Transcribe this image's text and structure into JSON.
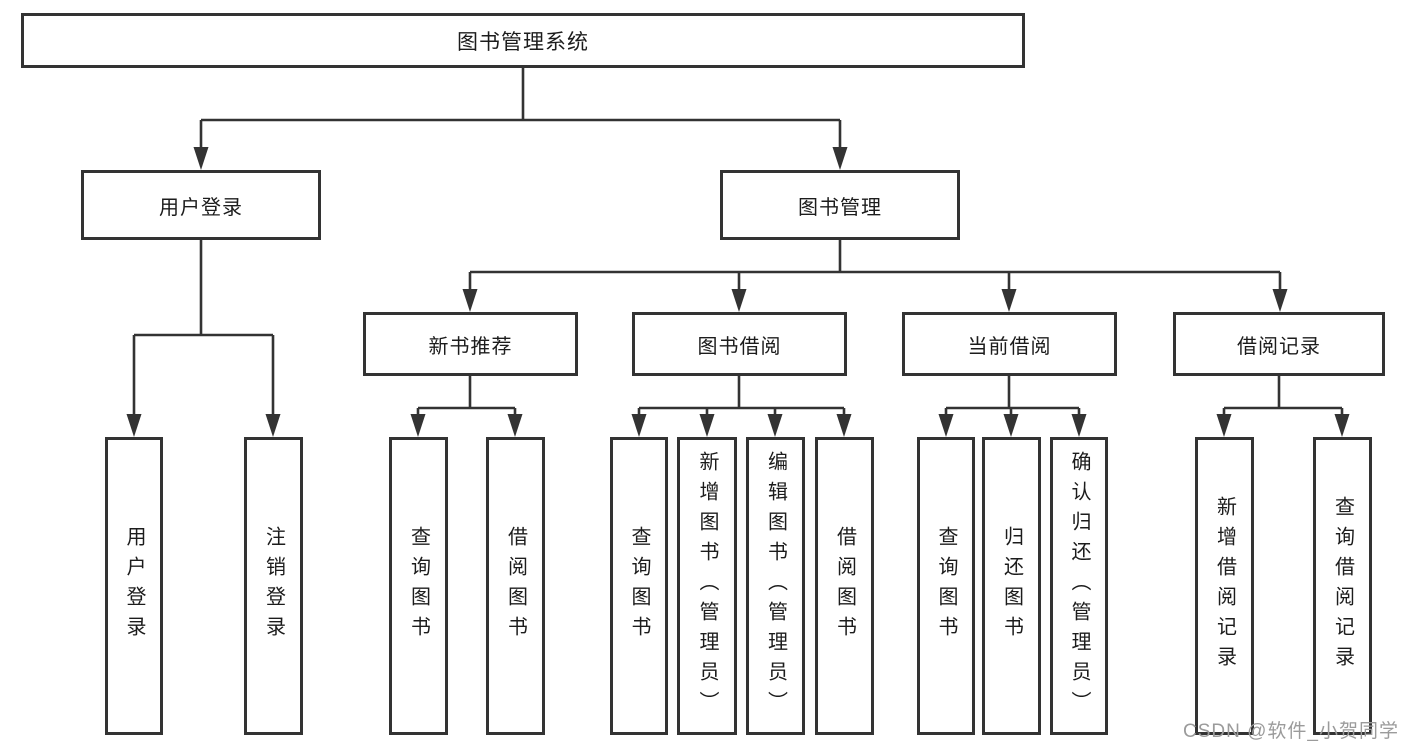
{
  "diagram_type": "hierarchy-tree",
  "colors": {
    "line": "#333333",
    "box_border": "#333333",
    "text": "#1c1c1c",
    "watermark": "#9b9b9b",
    "background": "#ffffff"
  },
  "tree": {
    "root": {
      "label": "图书管理系统",
      "children": [
        {
          "label": "用户登录",
          "children": [
            {
              "label": "用户登录"
            },
            {
              "label": "注销登录"
            }
          ]
        },
        {
          "label": "图书管理",
          "children": [
            {
              "label": "新书推荐",
              "children": [
                {
                  "label": "查询图书"
                },
                {
                  "label": "借阅图书"
                }
              ]
            },
            {
              "label": "图书借阅",
              "children": [
                {
                  "label": "查询图书"
                },
                {
                  "label": "新增图书（管理员）"
                },
                {
                  "label": "编辑图书（管理员）"
                },
                {
                  "label": "借阅图书"
                }
              ]
            },
            {
              "label": "当前借阅",
              "children": [
                {
                  "label": "查询图书"
                },
                {
                  "label": "归还图书"
                },
                {
                  "label": "确认归还（管理员）"
                }
              ]
            },
            {
              "label": "借阅记录",
              "children": [
                {
                  "label": "新增借阅记录"
                },
                {
                  "label": "查询借阅记录"
                }
              ]
            }
          ]
        }
      ]
    }
  },
  "watermark": {
    "text": "CSDN @软件_小贺同学"
  }
}
